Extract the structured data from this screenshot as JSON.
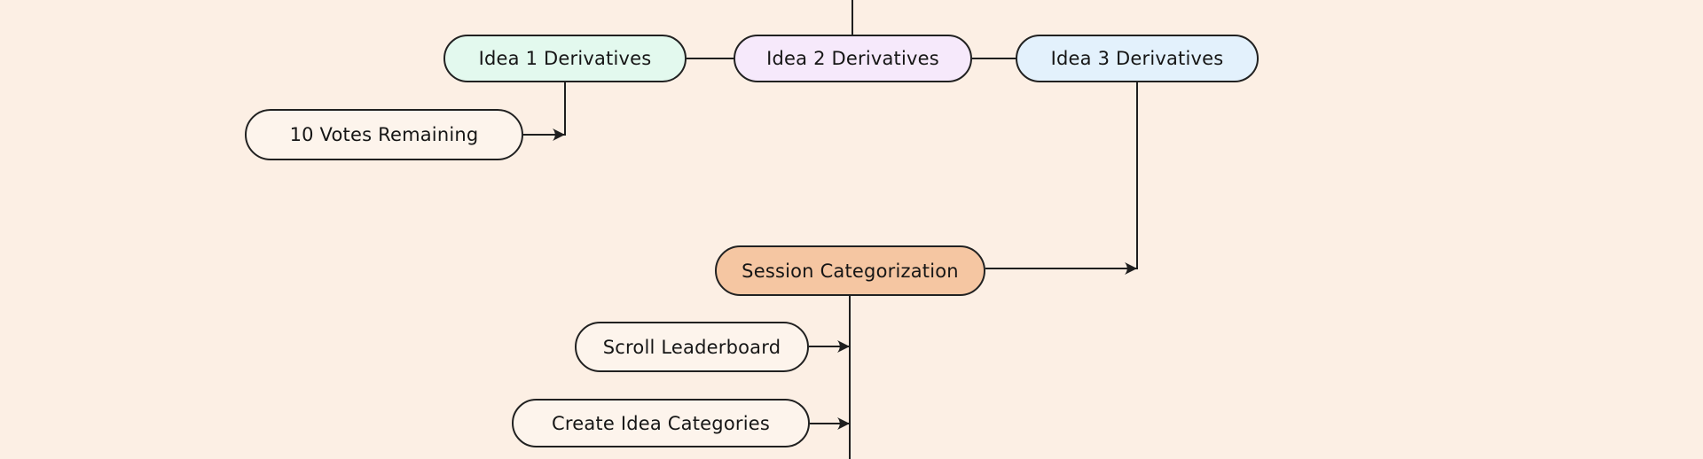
{
  "diagram": {
    "background_color": "#fcefe4",
    "stroke_color": "#1f1f1f",
    "nodes": [
      {
        "id": "idea1",
        "label": "Idea 1 Derivatives",
        "fill": "#e3f9ee"
      },
      {
        "id": "idea2",
        "label": "Idea 2 Derivatives",
        "fill": "#f6e9fb"
      },
      {
        "id": "idea3",
        "label": "Idea 3 Derivatives",
        "fill": "#e3f1fc"
      },
      {
        "id": "votes",
        "label": "10 Votes Remaining",
        "fill": "#fdf4ec"
      },
      {
        "id": "session",
        "label": "Session Categorization",
        "fill": "#f5c6a2"
      },
      {
        "id": "scroll",
        "label": "Scroll Leaderboard",
        "fill": "#fdf4ec"
      },
      {
        "id": "create",
        "label": "Create Idea Categories",
        "fill": "#fdf4ec"
      }
    ],
    "edges": [
      {
        "from": "offscreen-top",
        "to": "Idea 2 Derivatives",
        "style": "plain-vertical"
      },
      {
        "from": "Idea 1 Derivatives",
        "to": "Idea 2 Derivatives",
        "style": "plain-horizontal"
      },
      {
        "from": "Idea 2 Derivatives",
        "to": "Idea 3 Derivatives",
        "style": "plain-horizontal"
      },
      {
        "from": "10 Votes Remaining",
        "to": "Idea 1 Derivatives",
        "style": "elbow-arrow"
      },
      {
        "from": "Session Categorization",
        "to": "Idea 3 Derivatives",
        "style": "elbow-arrow"
      },
      {
        "from": "Session Categorization",
        "to": "offscreen-bottom",
        "style": "plain-vertical"
      },
      {
        "from": "Scroll Leaderboard",
        "to": "Session Categorization trunk",
        "style": "arrow"
      },
      {
        "from": "Create Idea Categories",
        "to": "Session Categorization trunk",
        "style": "arrow"
      }
    ]
  }
}
